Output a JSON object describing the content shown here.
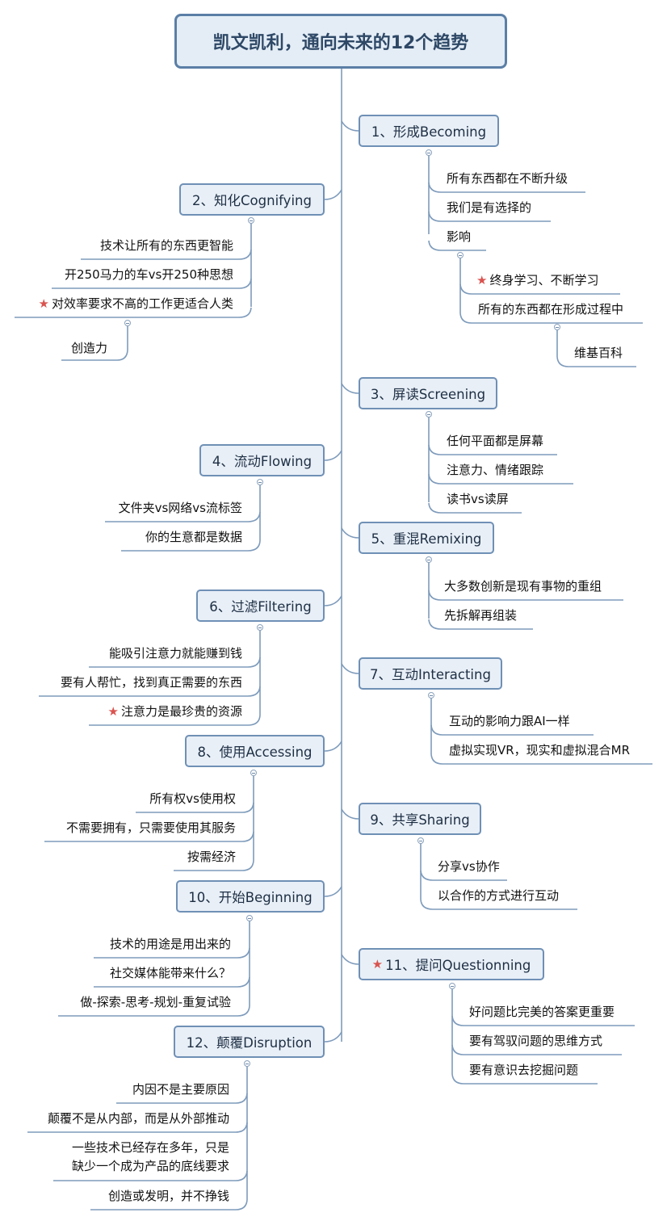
{
  "title": "凯文凯利，通向未来的12个趋势",
  "topics": [
    {
      "label": "1、形成Becoming",
      "items": [
        "所有东西都在不断升级",
        "我们是有选择的",
        "影响"
      ],
      "sub": [
        "终身学习、不断学习",
        "所有的东西都在形成过程中"
      ],
      "subsub": [
        "维基百科"
      ]
    },
    {
      "label": "2、知化Cognifying",
      "items": [
        "技术让所有的东西更智能",
        "开250马力的车vs开250种思想",
        "对效率要求不高的工作更适合人类"
      ],
      "sub": [
        "创造力"
      ]
    },
    {
      "label": "3、屏读Screening",
      "items": [
        "任何平面都是屏幕",
        "注意力、情绪跟踪",
        "读书vs读屏"
      ]
    },
    {
      "label": "4、流动Flowing",
      "items": [
        "文件夹vs网络vs流标签",
        "你的生意都是数据"
      ]
    },
    {
      "label": "5、重混Remixing",
      "items": [
        "大多数创新是现有事物的重组",
        "先拆解再组装"
      ]
    },
    {
      "label": "6、过滤Filtering",
      "items": [
        "能吸引注意力就能赚到钱",
        "要有人帮忙，找到真正需要的东西",
        "注意力是最珍贵的资源"
      ]
    },
    {
      "label": "7、互动Interacting",
      "items": [
        "互动的影响力跟AI一样",
        "虚拟实现VR，现实和虚拟混合MR"
      ]
    },
    {
      "label": "8、使用Accessing",
      "items": [
        "所有权vs使用权",
        "不需要拥有，只需要使用其服务",
        "按需经济"
      ]
    },
    {
      "label": "9、共享Sharing",
      "items": [
        "分享vs协作",
        "以合作的方式进行互动"
      ]
    },
    {
      "label": "10、开始Beginning",
      "items": [
        "技术的用途是用出来的",
        "社交媒体能带来什么？",
        "做-探索-思考-规划-重复试验"
      ]
    },
    {
      "label": "11、提问Questionning",
      "items": [
        "好问题比完美的答案更重要",
        "要有驾驭问题的思维方式",
        "要有意识去挖掘问题"
      ]
    },
    {
      "label": "12、颠覆Disruption",
      "items": [
        "内因不是主要原因",
        "颠覆不是从内部，而是从外部推动",
        "一些技术已经存在多年，只是",
        "缺少一个成为产品的底线要求",
        "创造或发明，并不挣钱"
      ]
    }
  ],
  "star_symbol": "★",
  "colors": {
    "line": "#7e9bbb",
    "topic_border": "#6f90b5",
    "topic_fill": "#e8eff7",
    "title_border": "#5b7fa6",
    "star": "#d9534f"
  }
}
